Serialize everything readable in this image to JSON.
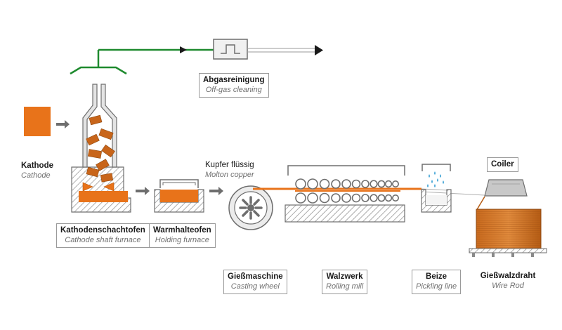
{
  "colors": {
    "copper": "#e8731a",
    "copper_dark": "#b85a10",
    "offgas_pipe": "#1e8a2e",
    "equipment_stroke": "#6e6e6e",
    "hatch": "#8a8a8a",
    "text_de": "#1a1a1a",
    "text_en": "#707070"
  },
  "labels": {
    "cathode": {
      "de": "Kathode",
      "en": "Cathode"
    },
    "offgas": {
      "de": "Abgasreinigung",
      "en": "Off-gas cleaning"
    },
    "shaft_furnace": {
      "de": "Kathodenschachtofen",
      "en": "Cathode shaft furnace"
    },
    "holding_furnace": {
      "de": "Warmhalteofen",
      "en": "Holding furnace"
    },
    "molten_copper": {
      "de": "Kupfer flüssig",
      "en": "Molton copper"
    },
    "coiler": {
      "de": "Coiler"
    },
    "casting_wheel": {
      "de": "Gießmaschine",
      "en": "Casting wheel"
    },
    "rolling_mill": {
      "de": "Walzwerk",
      "en": "Rolling mill"
    },
    "pickling_line": {
      "de": "Beize",
      "en": "Pickling line"
    },
    "wire_rod": {
      "de": "Gießwalzdraht",
      "en": "Wire Rod"
    }
  },
  "icons": [
    "flow-arrow-icon",
    "casting-wheel-icon",
    "roller-icon",
    "spray-drop-icon",
    "coil-icon"
  ]
}
